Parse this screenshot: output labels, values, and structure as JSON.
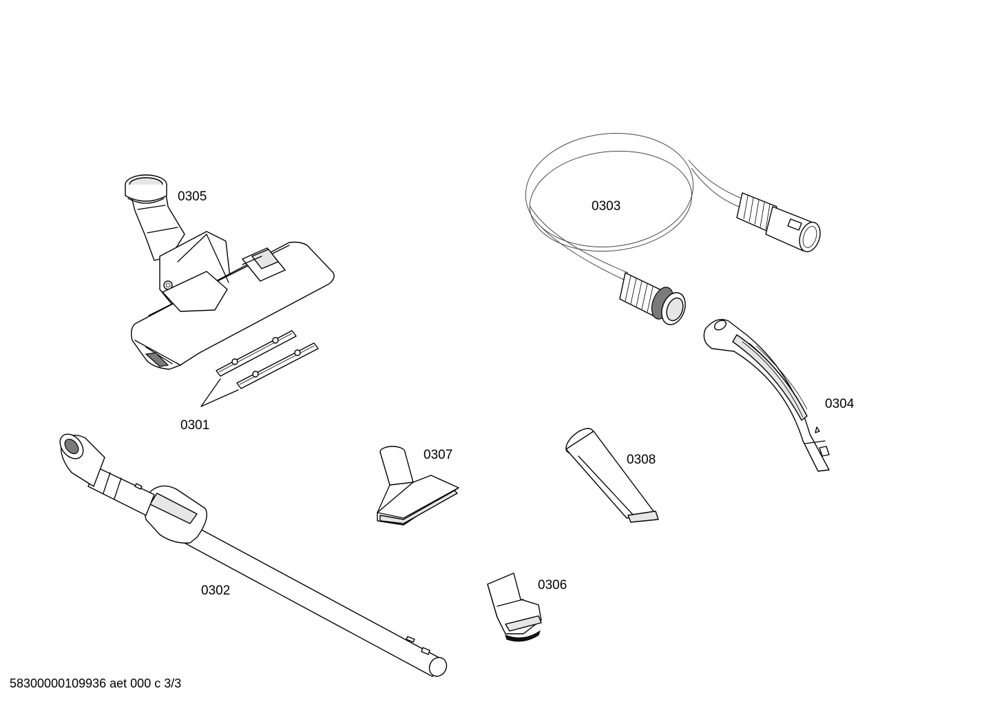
{
  "diagram": {
    "parts": [
      {
        "id": "0305"
      },
      {
        "id": "0301"
      },
      {
        "id": "0303"
      },
      {
        "id": "0304"
      },
      {
        "id": "0307"
      },
      {
        "id": "0308"
      },
      {
        "id": "0302"
      },
      {
        "id": "0306"
      }
    ]
  },
  "footer": {
    "text": "58300000109936 aet 000 c 3/3"
  }
}
